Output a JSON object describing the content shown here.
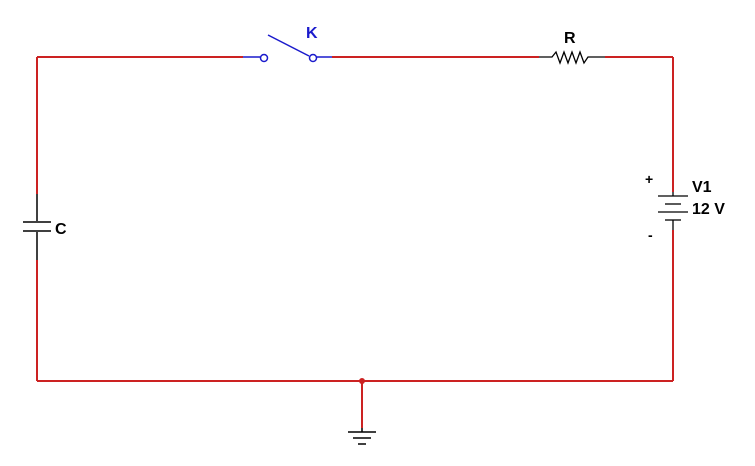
{
  "colors": {
    "wire": "#cc2222",
    "component": "#000000",
    "switch": "#1a1acc",
    "switch_label": "#1a1acc",
    "label": "#000000"
  },
  "components": {
    "switch": {
      "label": "K"
    },
    "resistor": {
      "label": "R"
    },
    "battery": {
      "name": "V1",
      "value": "12 V",
      "plus": "+",
      "minus": "-"
    },
    "capacitor": {
      "label": "C"
    },
    "ground": {
      "icon": "ground-icon"
    }
  }
}
